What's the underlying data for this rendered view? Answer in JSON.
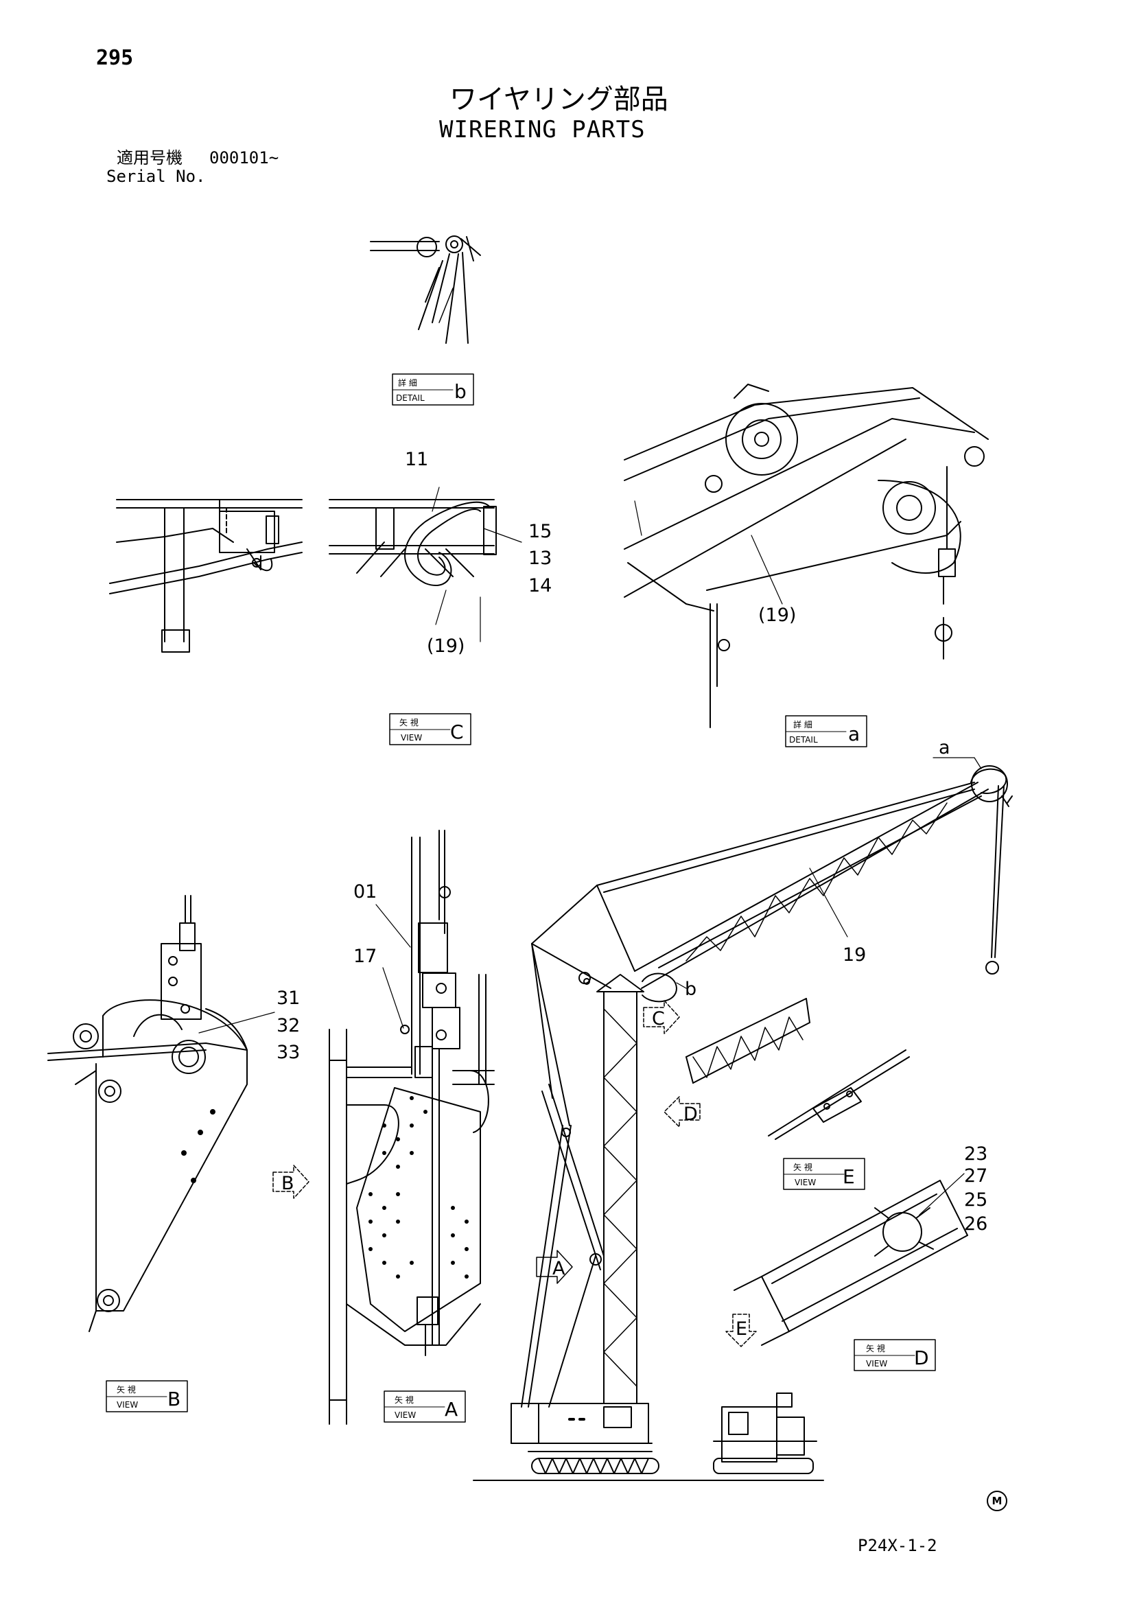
{
  "header": {
    "page_number": "295",
    "title_jp": "ワイヤリング部品",
    "title_en": "WIRERING PARTS",
    "serial_label_jp": "適用号機",
    "serial_value": "000101~",
    "serial_label_en": "Serial No."
  },
  "footer": {
    "plate_code": "P24X-1-2",
    "mark": "M"
  },
  "labels": {
    "detail_jp": "詳 細",
    "detail_en": "DETAIL",
    "view_jp": "矢 視",
    "view_en": "VIEW"
  },
  "detail_boxes": [
    {
      "id": "b",
      "letter": "b"
    },
    {
      "id": "a",
      "letter": "a"
    }
  ],
  "view_boxes": [
    {
      "id": "C",
      "letter": "C"
    },
    {
      "id": "E",
      "letter": "E"
    },
    {
      "id": "D",
      "letter": "D"
    },
    {
      "id": "B",
      "letter": "B"
    },
    {
      "id": "A",
      "letter": "A"
    }
  ],
  "view_arrows": [
    "A",
    "B",
    "C",
    "D",
    "E"
  ],
  "point_labels": [
    "a",
    "b"
  ],
  "callouts": {
    "view_c": [
      "11",
      "15",
      "13",
      "14",
      "(19)"
    ],
    "detail_a": [
      "(19)"
    ],
    "main_crane": [
      "19"
    ],
    "view_a": [
      "01",
      "17"
    ],
    "view_b": [
      "31",
      "32",
      "33"
    ],
    "view_d": [
      "23",
      "27",
      "25",
      "26"
    ]
  }
}
